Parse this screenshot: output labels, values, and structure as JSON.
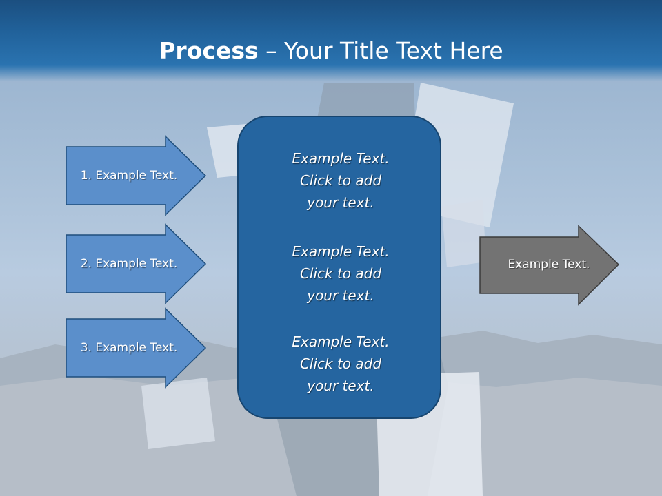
{
  "slide": {
    "title_bold": "Process",
    "title_rest": " – Your Title Text Here",
    "inputs": [
      {
        "label": "1. Example Text."
      },
      {
        "label": "2. Example Text."
      },
      {
        "label": "3. Example Text."
      }
    ],
    "center_blocks": [
      {
        "line1": "Example Text.",
        "line2": "Click  to add",
        "line3": "your text."
      },
      {
        "line1": "Example Text.",
        "line2": "Click  to add",
        "line3": "your text."
      },
      {
        "line1": "Example Text.",
        "line2": "Click  to add",
        "line3": "your text."
      }
    ],
    "output": {
      "label": "Example Text."
    }
  },
  "colors": {
    "title_bar": "#21629b",
    "input_arrow_fill": "#5b8fcb",
    "input_arrow_stroke": "#1f4e7c",
    "center_fill": "#2565a0",
    "output_arrow_fill": "#737373",
    "output_arrow_stroke": "#3b3b3b"
  }
}
